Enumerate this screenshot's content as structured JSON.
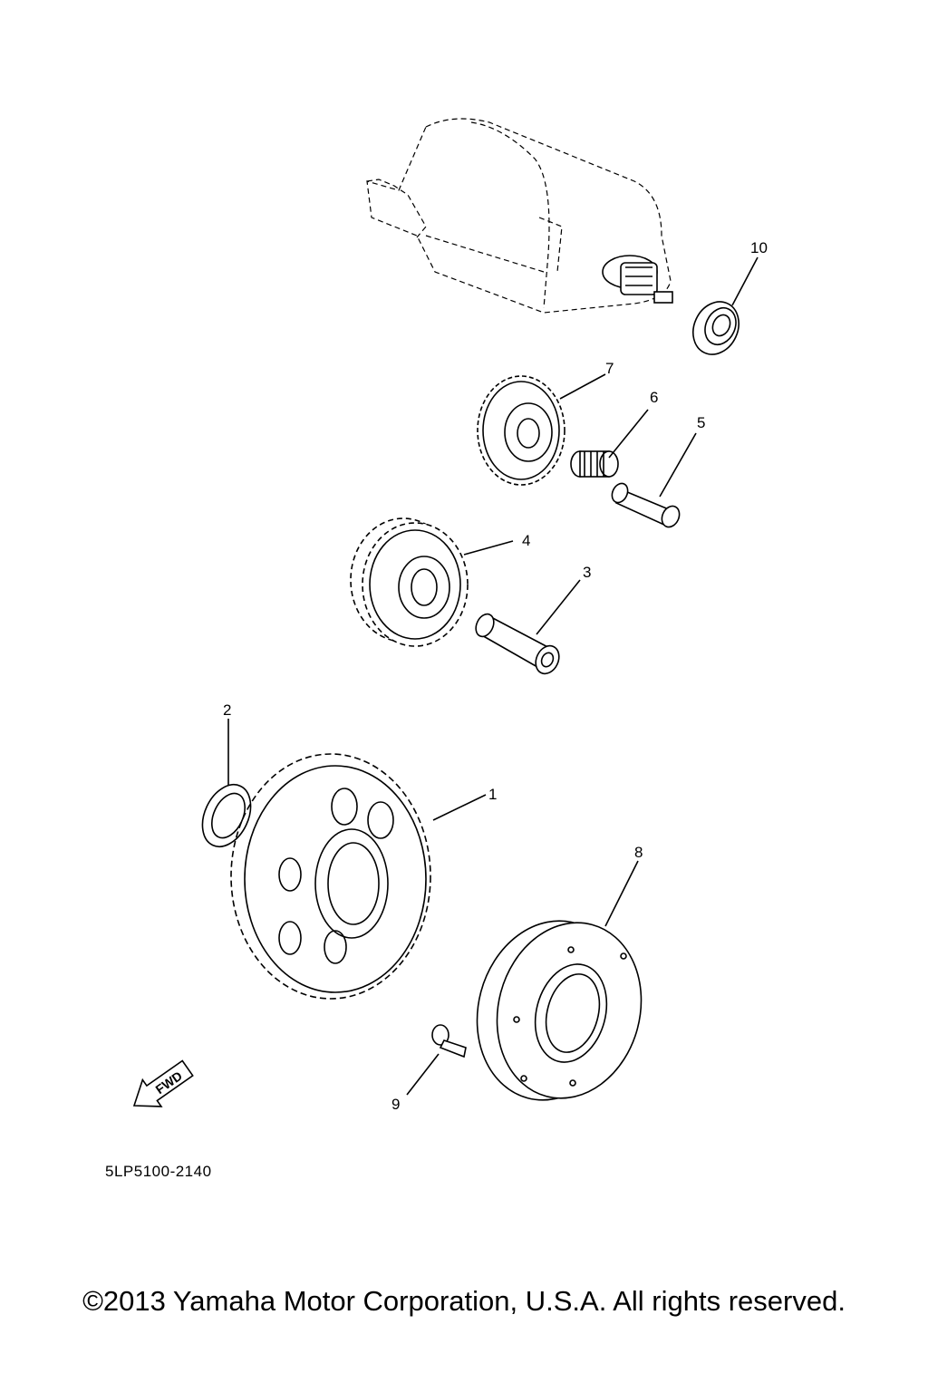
{
  "diagram": {
    "callouts": [
      "1",
      "2",
      "3",
      "4",
      "5",
      "6",
      "7",
      "8",
      "9",
      "10"
    ],
    "fwd_label": "FWD",
    "drawing_code": "5LP5100-2140",
    "copyright": "©2013 Yamaha Motor Corporation, U.S.A. All rights reserved."
  }
}
